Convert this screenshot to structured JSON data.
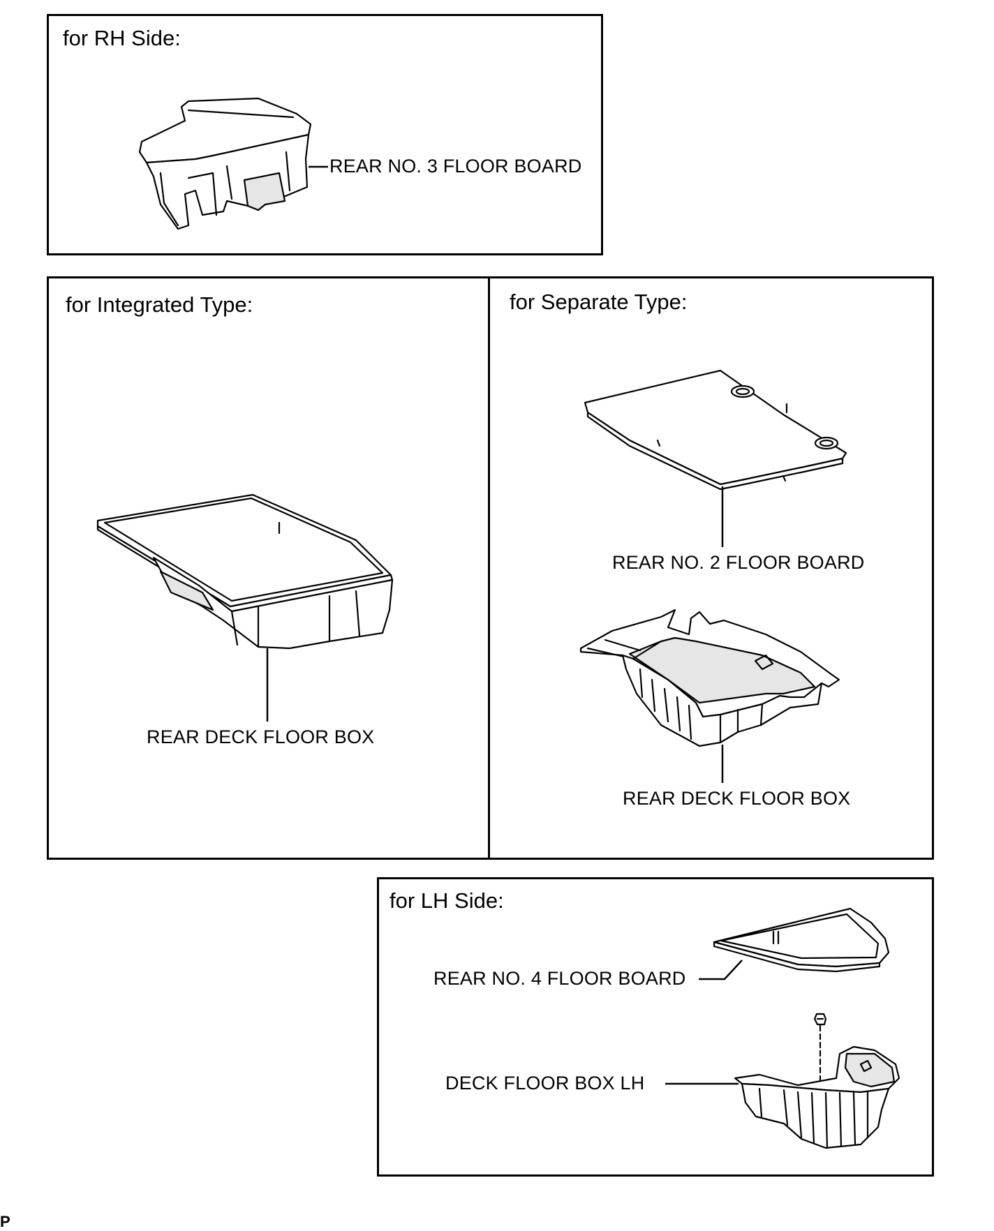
{
  "panels": {
    "rh_side": {
      "title": "for RH Side:",
      "parts": [
        "REAR NO. 3 FLOOR BOARD"
      ]
    },
    "integrated": {
      "title": "for Integrated Type:",
      "parts": [
        "REAR DECK FLOOR BOX"
      ]
    },
    "separate": {
      "title": "for Separate Type:",
      "parts": [
        "REAR NO. 2 FLOOR BOARD",
        "REAR DECK FLOOR BOX"
      ]
    },
    "lh_side": {
      "title": "for LH Side:",
      "parts": [
        "REAR NO. 4 FLOOR BOARD",
        "DECK FLOOR BOX LH"
      ]
    }
  },
  "footer": "P"
}
